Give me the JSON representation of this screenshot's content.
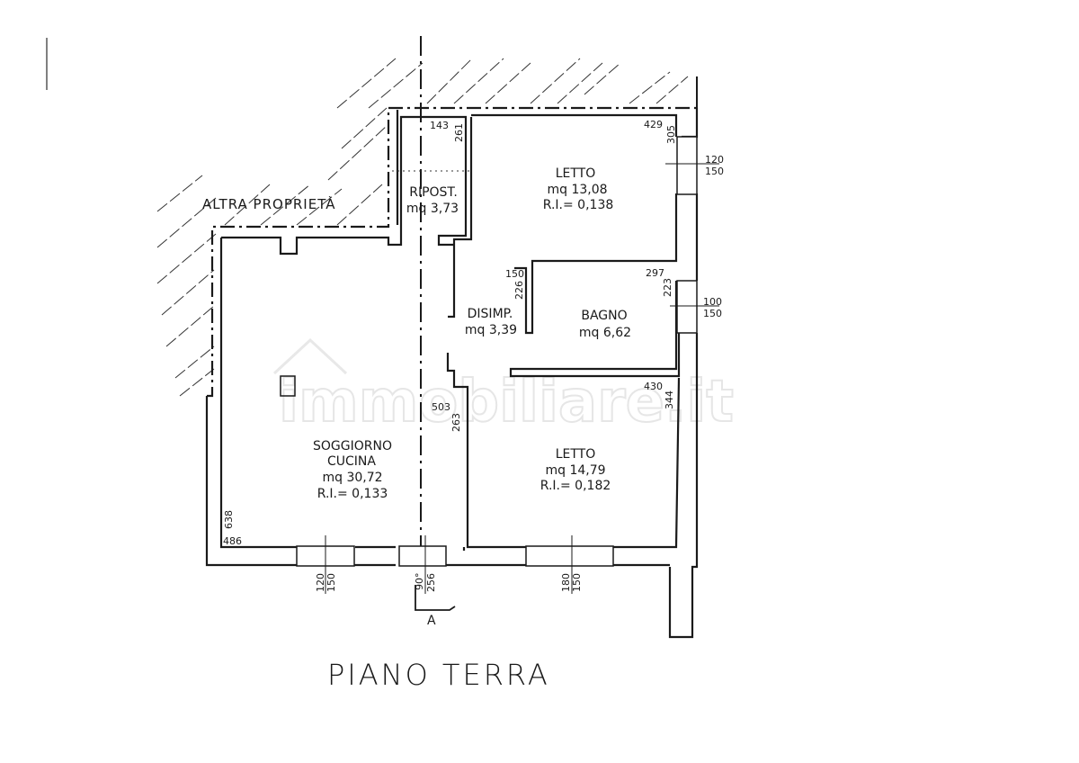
{
  "drawing": {
    "title": "PIANO TERRA",
    "neighbor_label": "ALTRA PROPRIETÀ",
    "watermark": "immobiliare.it",
    "section_marker": "A",
    "section_angle": "90°"
  },
  "rooms": [
    {
      "id": "ripostiglio",
      "name": "RIPOST.",
      "area": "mq  3,73",
      "ri": "",
      "dims": [
        "143",
        "261"
      ]
    },
    {
      "id": "letto-1",
      "name": "LETTO",
      "area": "mq  13,08",
      "ri": "R.I.=  0,138",
      "dims": [
        "429",
        "305"
      ]
    },
    {
      "id": "disimpegno",
      "name": "DISIMP.",
      "area": "mq  3,39",
      "ri": "",
      "dims": [
        "150",
        "226"
      ]
    },
    {
      "id": "bagno",
      "name": "BAGNO",
      "area": "mq  6,62",
      "ri": "",
      "dims": [
        "297",
        "223"
      ]
    },
    {
      "id": "letto-2",
      "name": "LETTO",
      "area": "mq  14,79",
      "ri": "R.I.=  0,182",
      "dims": [
        "430",
        "344"
      ]
    },
    {
      "id": "soggiorno-cucina",
      "name": "SOGGIORNO",
      "name2": "CUCINA",
      "area": "mq  30,72",
      "ri": "R.I.=  0,133",
      "dims": [
        "486",
        "638"
      ]
    }
  ],
  "extra_dims": {
    "corridor_w": "503",
    "corridor_h": "263"
  },
  "windows": [
    {
      "id": "win-letto-1",
      "width": "120",
      "height": "150"
    },
    {
      "id": "win-bagno",
      "width": "100",
      "height": "150"
    },
    {
      "id": "win-soggiorno",
      "width": "120",
      "height": "150"
    },
    {
      "id": "door-entrance",
      "width": "90",
      "height": "256"
    },
    {
      "id": "win-letto-2",
      "width": "180",
      "height": "150"
    }
  ]
}
